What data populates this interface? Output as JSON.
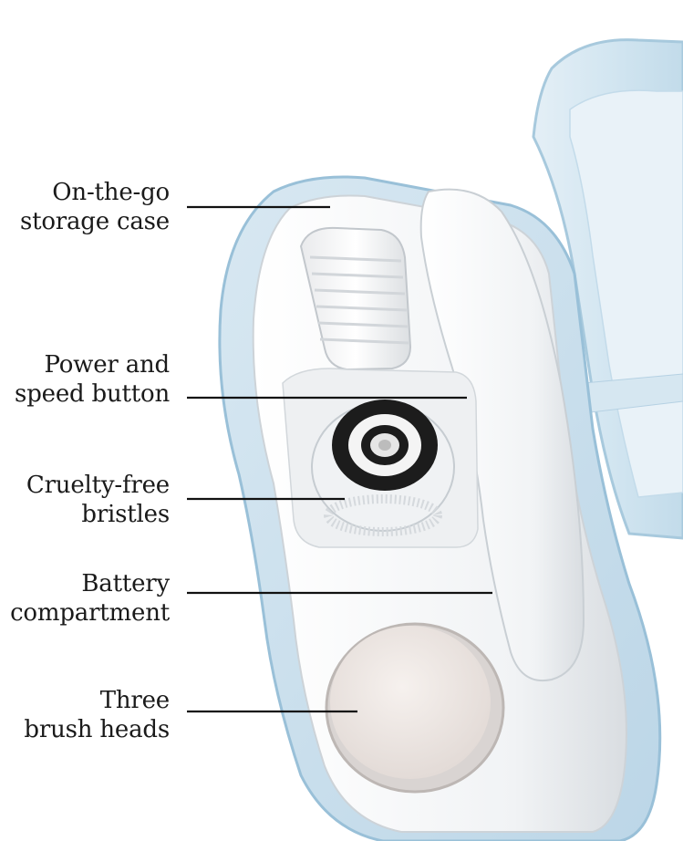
{
  "callouts": [
    {
      "id": "storage-case",
      "lines": [
        "On-the-go",
        "storage case"
      ]
    },
    {
      "id": "power-speed-button",
      "lines": [
        "Power and",
        "speed button"
      ]
    },
    {
      "id": "bristles",
      "lines": [
        "Cruelty-free",
        "bristles"
      ]
    },
    {
      "id": "battery-compartment",
      "lines": [
        "Battery",
        "compartment"
      ]
    },
    {
      "id": "brush-heads",
      "lines": [
        "Three",
        "brush heads"
      ]
    }
  ],
  "colors": {
    "text": "#1a1a1a",
    "leader_line": "#111111",
    "case_blue": "#cfe3ef",
    "case_edge": "#9cc3da",
    "tray_white": "#f7f8f9",
    "brush_black": "#1c1c1c"
  }
}
